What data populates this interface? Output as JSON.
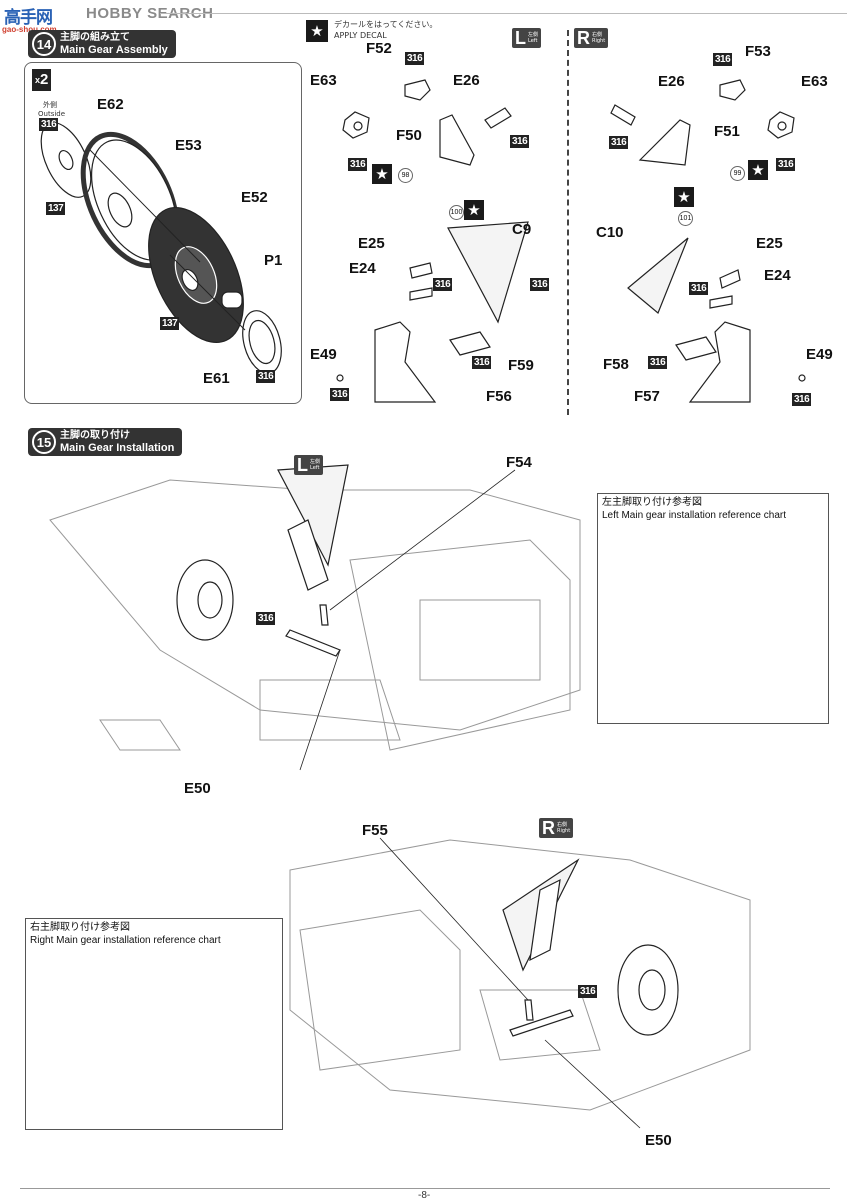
{
  "watermark": {
    "logo_chars": "高手网",
    "sub": "gao-shou.com",
    "text": "HOBBY SEARCH"
  },
  "decal_legend": {
    "icon": "star-decal-icon",
    "jp": "デカールをはってください。",
    "en": "APPLY DECAL"
  },
  "side_badges": {
    "left": {
      "letter": "L",
      "jp": "左側",
      "en": "Left"
    },
    "right": {
      "letter": "R",
      "jp": "右側",
      "en": "Right"
    }
  },
  "step14": {
    "number": "14",
    "title_jp": "主脚の組み立て",
    "title_en": "Main Gear Assembly",
    "quantity": "2",
    "quantity_prefix": "x",
    "outside_jp": "外側",
    "outside_en": "Outside",
    "wheel_parts": [
      "E62",
      "E53",
      "E52",
      "P1",
      "E61"
    ],
    "paint_codes": [
      "316",
      "137",
      "137",
      "316"
    ],
    "left": {
      "parts": [
        "F52",
        "E63",
        "E26",
        "F50",
        "E25",
        "E24",
        "C9",
        "F59",
        "E49",
        "F56"
      ],
      "decals": [
        "98",
        "100"
      ],
      "paint": "316"
    },
    "right": {
      "parts": [
        "F53",
        "E26",
        "E63",
        "F51",
        "C10",
        "E25",
        "E24",
        "F58",
        "F57",
        "E49"
      ],
      "decals": [
        "99",
        "101"
      ],
      "paint": "316"
    }
  },
  "step15": {
    "number": "15",
    "title_jp": "主脚の取り付け",
    "title_en": "Main Gear Installation",
    "left": {
      "parts": [
        "F54",
        "E50"
      ],
      "paint": "316"
    },
    "right": {
      "parts": [
        "F55",
        "E50"
      ],
      "paint": "316"
    },
    "ref_left": {
      "jp": "左主脚取り付け参考図",
      "en": "Left Main gear installation reference chart"
    },
    "ref_right": {
      "jp": "右主脚取り付け参考図",
      "en": "Right Main gear installation reference chart"
    }
  },
  "page_number": "-8-"
}
